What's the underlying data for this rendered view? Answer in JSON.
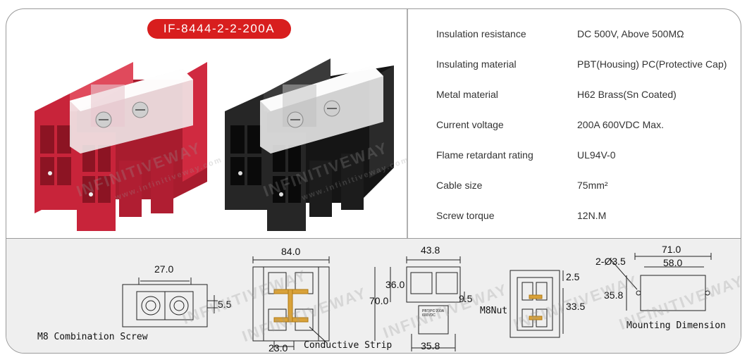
{
  "product": {
    "model_badge": "IF-8444-2-2-200A",
    "badge_color": "#d81e1e",
    "variants": [
      {
        "name": "red-terminal-block",
        "color": "#c8243a"
      },
      {
        "name": "black-terminal-block",
        "color": "#1e1e1e"
      }
    ]
  },
  "specs": [
    {
      "label": "Insulation resistance",
      "value": "DC 500V, Above 500MΩ"
    },
    {
      "label": "Insulating material",
      "value": "PBT(Housing) PC(Protective Cap)"
    },
    {
      "label": "Metal material",
      "value": "H62 Brass(Sn Coated)"
    },
    {
      "label": "Current voltage",
      "value": "200A 600VDC Max."
    },
    {
      "label": "Flame retardant rating",
      "value": "UL94V-0"
    },
    {
      "label": "Cable size",
      "value": "75mm²"
    },
    {
      "label": "Screw torque",
      "value": "12N.M"
    }
  ],
  "drawings": {
    "combination_screw": {
      "caption": "M8 Combination Screw",
      "width": "27.0",
      "height": "5.5"
    },
    "conductive_strip": {
      "caption": "Conductive Strip",
      "overall_width": "84.0",
      "pitch": "23.0"
    },
    "side_view": {
      "top_width": "43.8",
      "inner_height": "36.0",
      "overall_height": "70.0",
      "base_width": "35.8",
      "small_offset": "9.5",
      "cap_text": "PBT/PC 200A 600VDC"
    },
    "nut_view": {
      "caption": "M8Nut",
      "offset": "2.5",
      "height": "33.5"
    },
    "mounting": {
      "caption": "Mounting Dimension",
      "hole": "2-Ø3.5",
      "outer_width": "71.0",
      "hole_pitch": "58.0",
      "height": "35.8"
    }
  },
  "watermark": {
    "brand": "INFINITIVEWAY",
    "url": "www.infinitiveway.com"
  }
}
